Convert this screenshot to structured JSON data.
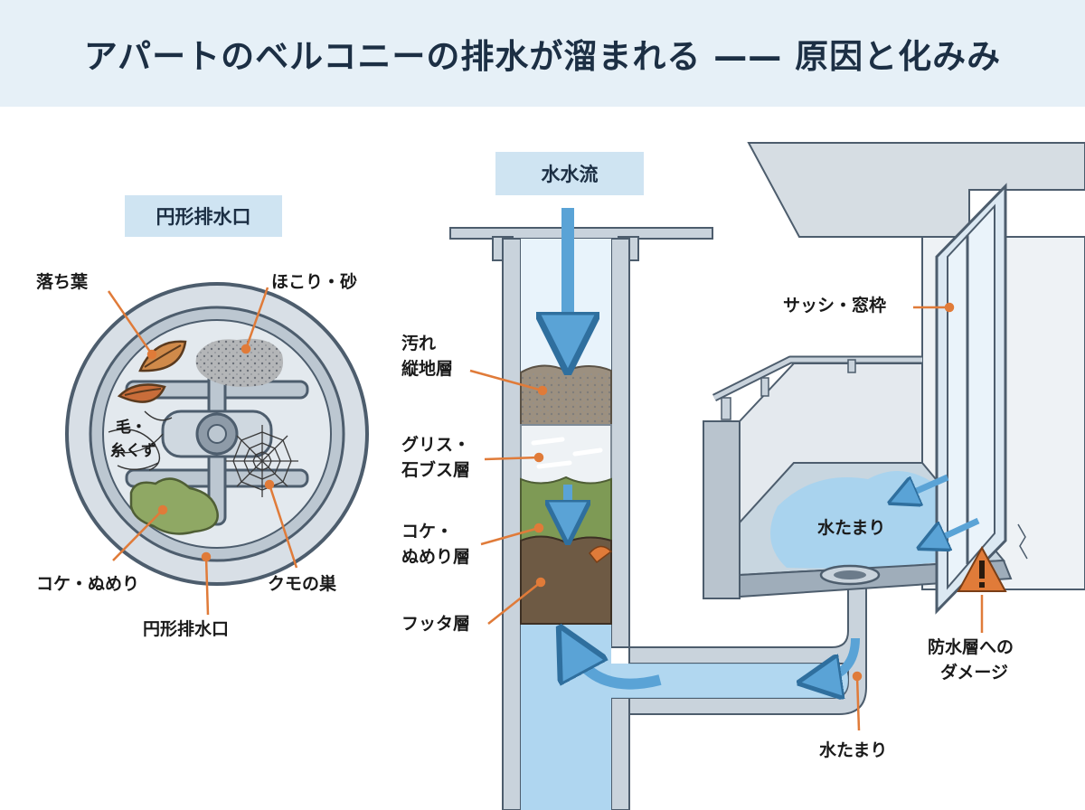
{
  "title": "アパートのベルコニーの排水が溜まれる —— 原因と化みみ",
  "drain_panel": {
    "box_label": "円形排水口",
    "labels": {
      "leaves": "落ち葉",
      "dust_sand": "ほこり・砂",
      "hair_line1": "毛・",
      "hair_line2": "糸くず",
      "moss_slime": "コケ・ぬめり",
      "spider_web": "クモの巣",
      "drain_bottom": "円形排水口"
    }
  },
  "pipe_panel": {
    "box_label": "水水流",
    "layers": {
      "dirt_line1": "汚れ",
      "dirt_line2": "縦地層",
      "grease_line1": "グリス・",
      "grease_line2": "石ブス層",
      "moss_line1": "コケ・",
      "moss_line2": "ぬめり層",
      "sludge": "フッタ層"
    }
  },
  "balcony_panel": {
    "labels": {
      "sash": "サッシ・窓枠",
      "puddle": "水たまり",
      "damage_line1": "防水層への",
      "damage_line2": "ダメージ",
      "puddle_bottom": "水たまり"
    }
  },
  "colors": {
    "accent_orange": "#e07b39",
    "water_blue": "#a9d3ee",
    "arrow_blue": "#5aa3d6",
    "pipe_gray": "#c9d3dc",
    "outline": "#4d5d6d",
    "header_bg": "#e6f0f7",
    "label_bg": "#cfe4f2"
  }
}
